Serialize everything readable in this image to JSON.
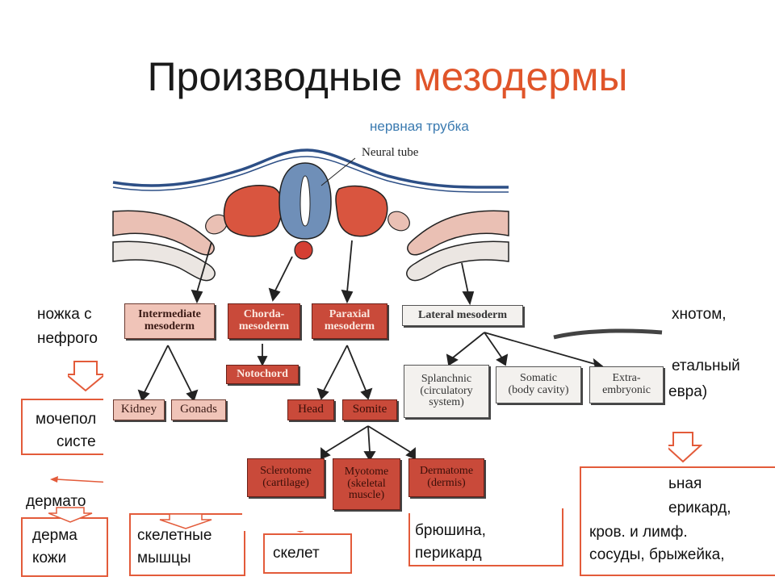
{
  "title": {
    "main": "Производные",
    "accent": "мезодермы"
  },
  "subtitle": "нервная трубка",
  "figure": {
    "neural_tube_label": "Neural tube",
    "boxes": {
      "intermediate": [
        "Intermediate",
        "mesoderm"
      ],
      "chorda": [
        "Chorda-",
        "mesoderm"
      ],
      "paraxial": [
        "Paraxial",
        "mesoderm"
      ],
      "lateral": "Lateral mesoderm",
      "notochord": "Notochord",
      "kidney": "Kidney",
      "gonads": "Gonads",
      "head": "Head",
      "somite": "Somite",
      "splanchnic": [
        "Splanchnic",
        "(circulatory",
        "system)"
      ],
      "somatic": [
        "Somatic",
        "(body cavity)"
      ],
      "extra": [
        "Extra-",
        "embryonic"
      ],
      "sclerotome": [
        "Sclerotome",
        "(cartilage)"
      ],
      "myotome": [
        "Myotome",
        "(skeletal",
        "muscle)"
      ],
      "dermatome": [
        "Dermatome",
        "(dermis)"
      ]
    }
  },
  "russian": {
    "left1": "ножка с",
    "left2": "нефрого",
    "mochepol": "мочепол",
    "siste": "систе",
    "dermato": "дермато",
    "derma1": "дерма",
    "derma2": "кожи",
    "muscles1": "скелетные",
    "muscles2": "мышцы",
    "skeleton": "скелет",
    "brush1": "брюшина,",
    "brush2": "перикард",
    "right1": "хнотом,",
    "right2": "етальный",
    "right3": "евра)",
    "right4": "ьная",
    "right5": "ерикард,",
    "right6": "кров. и лимф.",
    "right7": "сосуды, брыжейка,"
  },
  "colors": {
    "accent": "#e0552a",
    "box_red": "#c94a3a",
    "box_pink": "#f0c4b8",
    "tube_blue": "#6f8fb8",
    "outline_red": "#e35b3a"
  }
}
